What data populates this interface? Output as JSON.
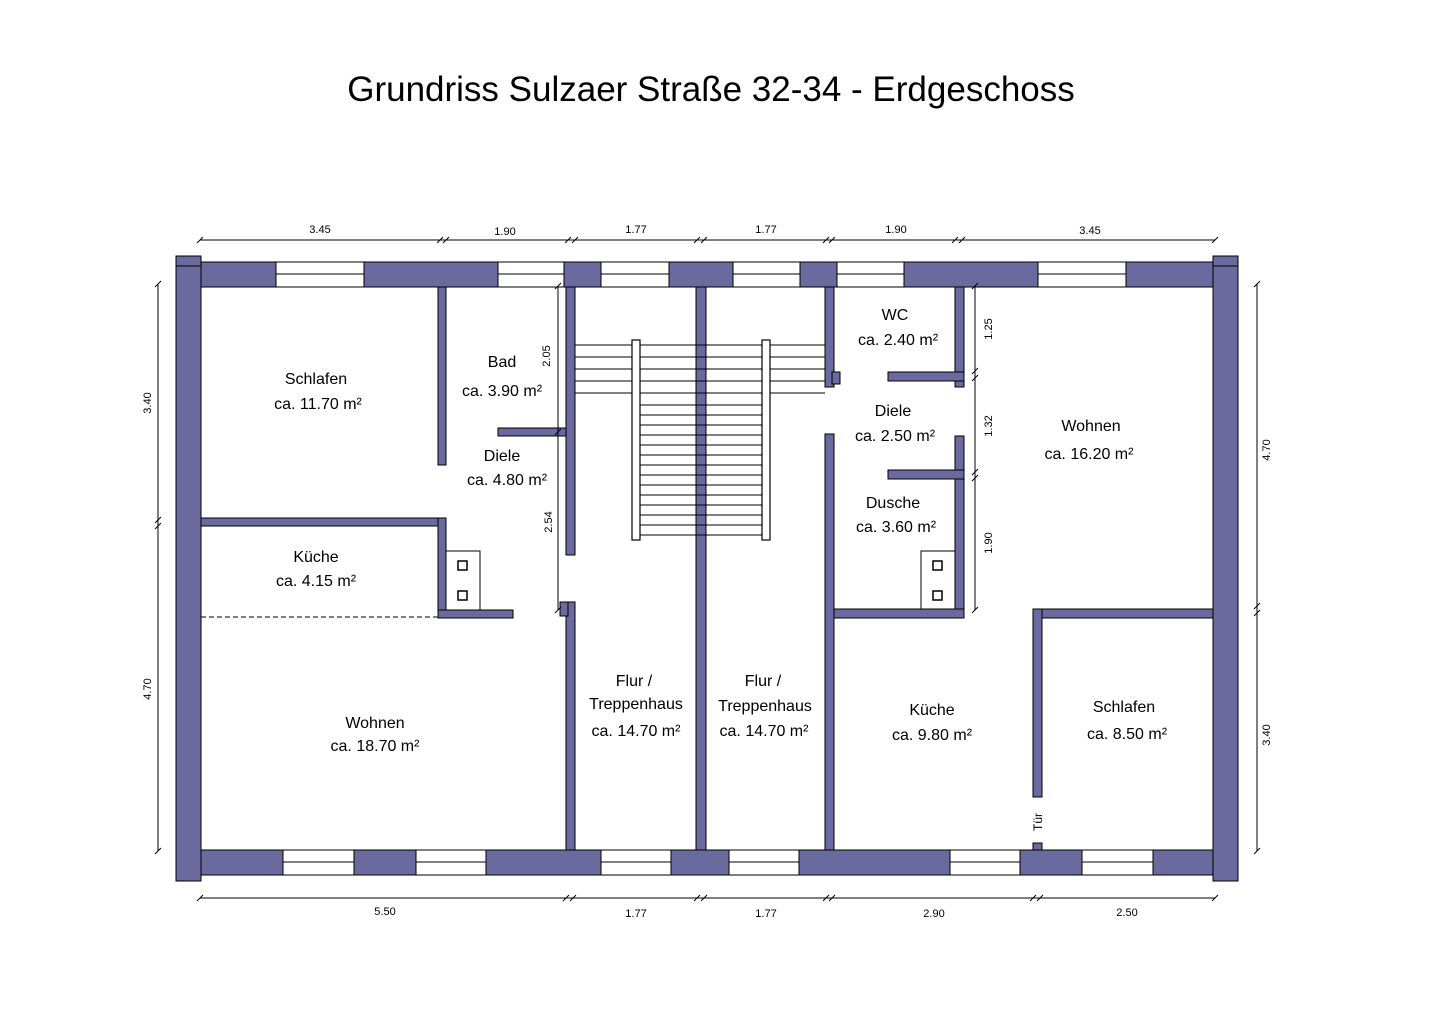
{
  "title": "Grundriss Sulzaer Straße 32-34 - Erdgeschoss",
  "rooms": {
    "schlafen_left": {
      "name": "Schlafen",
      "area": "ca. 11.70 m²"
    },
    "bad": {
      "name": "Bad",
      "area": "ca. 3.90 m²"
    },
    "diele_left": {
      "name": "Diele",
      "area": "ca. 4.80 m²"
    },
    "kueche_left": {
      "name": "Küche",
      "area": "ca. 4.15 m²"
    },
    "wohnen_left": {
      "name": "Wohnen",
      "area": "ca. 18.70 m²"
    },
    "flur_left": {
      "name1": "Flur /",
      "name2": "Treppenhaus",
      "area": "ca. 14.70 m²"
    },
    "flur_right": {
      "name1": "Flur /",
      "name2": "Treppenhaus",
      "area": "ca. 14.70 m²"
    },
    "wc": {
      "name": "WC",
      "area": "ca. 2.40 m²"
    },
    "diele_right": {
      "name": "Diele",
      "area": "ca. 2.50 m²"
    },
    "dusche": {
      "name": "Dusche",
      "area": "ca. 3.60 m²"
    },
    "wohnen_right": {
      "name": "Wohnen",
      "area": "ca. 16.20 m²"
    },
    "kueche_right": {
      "name": "Küche",
      "area": "ca. 9.80 m²"
    },
    "schlafen_right": {
      "name": "Schlafen",
      "area": "ca. 8.50 m²"
    }
  },
  "door_label": "Tür",
  "dimensions": {
    "top": [
      "3.45",
      "1.90",
      "1.77",
      "1.77",
      "1.90",
      "3.45"
    ],
    "bottom": [
      "5.50",
      "1.77",
      "1.77",
      "2.90",
      "2.50"
    ],
    "left": [
      "3.40",
      "4.70"
    ],
    "right": [
      "4.70",
      "3.40"
    ],
    "inner_left": [
      "2.05",
      "2.54"
    ],
    "inner_right": [
      "1.25",
      "1.32",
      "1.90"
    ]
  },
  "colors": {
    "wall": "#6a6a9e"
  }
}
